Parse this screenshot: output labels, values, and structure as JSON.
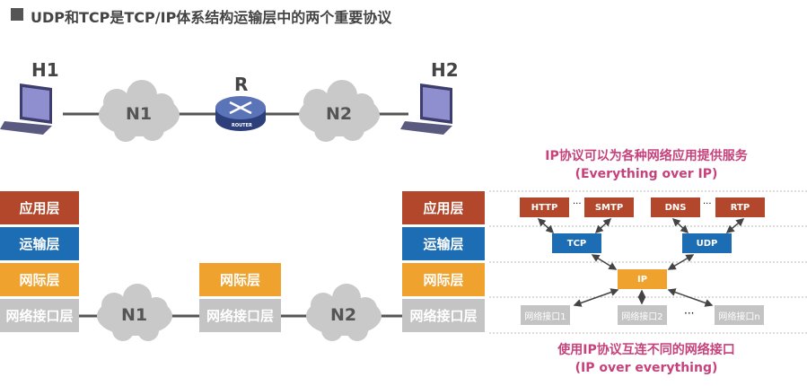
{
  "title": "UDP和TCP是TCP/IP体系结构运输层中的两个重要协议",
  "top": {
    "h1": "H1",
    "r": "R",
    "h2": "H2",
    "n1": "N1",
    "n2": "N2",
    "router_text": "ROUTER"
  },
  "layers": {
    "app": "应用层",
    "transport": "运输层",
    "network": "网际层",
    "link": "网络接口层"
  },
  "bottom": {
    "n1": "N1",
    "n2": "N2"
  },
  "right": {
    "top_line1": "IP协议可以为各种网络应用提供服务",
    "top_line2": "(Everything over IP)",
    "apps": [
      "HTTP",
      "SMTP",
      "DNS",
      "RTP"
    ],
    "ellipsis": "···",
    "tcp": "TCP",
    "udp": "UDP",
    "ip": "IP",
    "interfaces": [
      "网络接口1",
      "网络接口2",
      "网络接口n"
    ],
    "bottom_line1": "使用IP协议互连不同的网络接口",
    "bottom_line2": "(IP over everything)"
  },
  "colors": {
    "app": "#b3472b",
    "transport": "#1d6db4",
    "network": "#f0a22f",
    "link": "#c4c4c4",
    "pink": "#c6427c"
  }
}
